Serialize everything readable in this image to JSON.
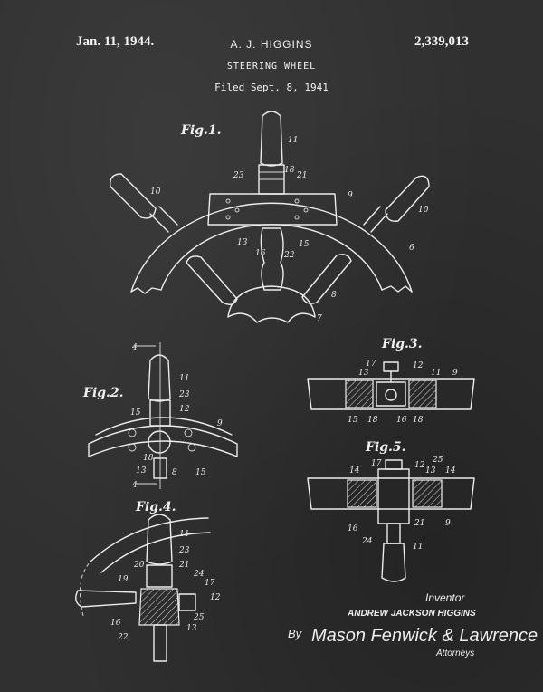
{
  "header": {
    "date": "Jan. 11, 1944.",
    "inventor_name": "A. J. HIGGINS",
    "patent_number": "2,339,013",
    "title": "STEERING WHEEL",
    "filed": "Filed Sept. 8, 1941"
  },
  "figures": {
    "fig1": "Fig.1.",
    "fig2": "Fig.2.",
    "fig3": "Fig.3.",
    "fig4": "Fig.4.",
    "fig5": "Fig.5."
  },
  "labels": {
    "fig1": [
      "11",
      "10",
      "23",
      "18",
      "21",
      "9",
      "10",
      "6",
      "13",
      "16",
      "22",
      "15",
      "8",
      "7"
    ],
    "fig2": [
      "4",
      "11",
      "23",
      "12",
      "15",
      "9",
      "18",
      "13",
      "8",
      "15",
      "4"
    ],
    "fig3": [
      "17",
      "12",
      "13",
      "11",
      "9",
      "15",
      "18",
      "16",
      "18"
    ],
    "fig4": [
      "11",
      "23",
      "20",
      "21",
      "19",
      "24",
      "17",
      "12",
      "25",
      "16",
      "13",
      "22"
    ],
    "fig5": [
      "17",
      "25",
      "14",
      "12",
      "13",
      "14",
      "16",
      "21",
      "9",
      "24",
      "11"
    ]
  },
  "signature": {
    "role_inventor": "Inventor",
    "inventor_full": "ANDREW JACKSON HIGGINS",
    "by": "By",
    "attorney_signature": "Mason Fenwick & Lawrence",
    "role_attorney": "Attorneys"
  },
  "colors": {
    "chalkboard": "#303030",
    "chalk": "#ececec"
  }
}
